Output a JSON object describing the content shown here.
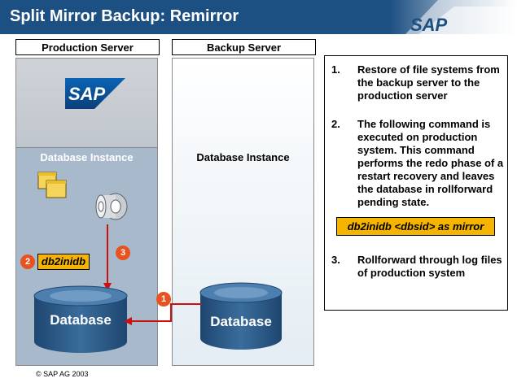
{
  "header": {
    "title": "Split Mirror Backup: Remirror",
    "logo_text": "SAP"
  },
  "columns": {
    "production": "Production Server",
    "backup": "Backup Server"
  },
  "production": {
    "logo_text": "SAP",
    "db_instance_label": "Database Instance",
    "db_label": "Database",
    "command_label": "db2inidb"
  },
  "backup": {
    "db_instance_label": "Database Instance",
    "db_label": "Database"
  },
  "badges": {
    "one": "1",
    "two": "2",
    "three": "3"
  },
  "steps": [
    {
      "num": "1.",
      "text": "Restore of file systems from the backup server to the production server"
    },
    {
      "num": "2.",
      "text": "The following command is executed on production system. This command performs the redo phase of a restart recovery and leaves the database in rollforward pending state."
    },
    {
      "num": "3.",
      "text": "Rollforward through log files of production system"
    }
  ],
  "command": "db2inidb <dbsid> as mirror",
  "footer": {
    "copyright": "© SAP AG 2003"
  },
  "colors": {
    "title_bar": "#1c4f82",
    "accent_yellow": "#f4b400",
    "badge_orange": "#e8521f",
    "arrow_red": "#cc1010",
    "db_blue": "#2c5a86"
  },
  "icons": [
    "folders-icon",
    "log-reel-icon",
    "database-cylinder-icon",
    "sap-logo"
  ]
}
